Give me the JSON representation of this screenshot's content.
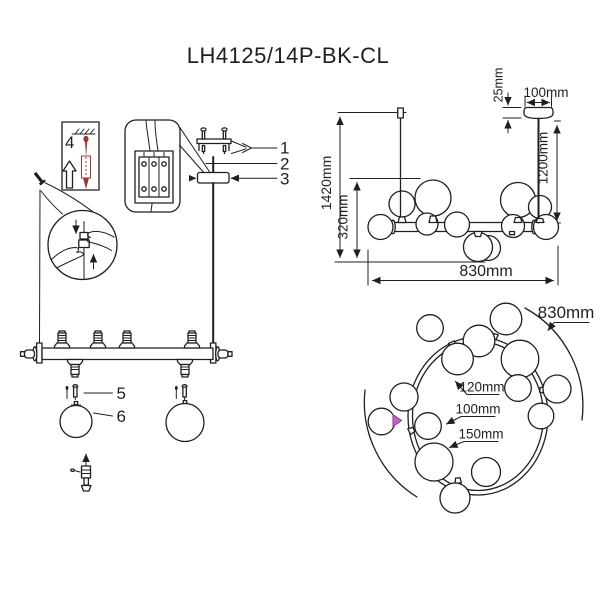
{
  "title": "LH4125/14P-BK-CL",
  "installation": {
    "callouts": {
      "mounting_screws": "1",
      "rod": "2",
      "canopy": "3",
      "wall_plug": "4",
      "globe_screws": "5",
      "glass_globe": "6"
    }
  },
  "front_view": {
    "total_height": "1420mm",
    "fixture_height": "320mm",
    "canopy_height": "25mm",
    "canopy_diameter": "100mm",
    "rod_length": "1200mm",
    "fixture_width": "830mm"
  },
  "top_view": {
    "overall_diameter": "830mm",
    "globe_medium": "120mm",
    "globe_small": "100mm",
    "globe_large": "150mm"
  },
  "colors": {
    "line": "#1f1f1f",
    "screw_red": "#9a3a34",
    "connector_magenta": "#c263c2",
    "background": "#ffffff"
  }
}
